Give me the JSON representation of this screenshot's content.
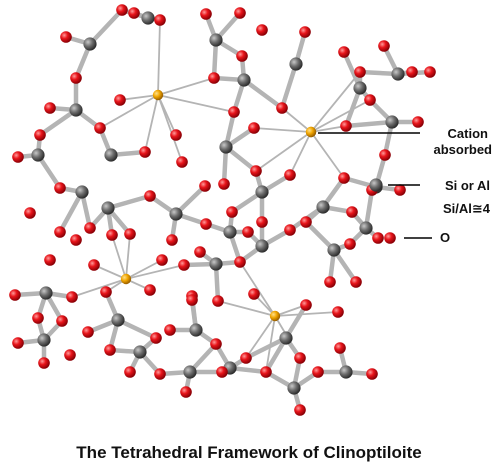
{
  "labels": {
    "cation_line1": "Cation",
    "cation_line2": "absorbed",
    "si_line1": "Si or Al",
    "si_line2": "Si/Al≅4",
    "oxygen": "O"
  },
  "title": "The Tetrahedral Framework of Clinoptiloite",
  "colors": {
    "oxygen": "#e8141a",
    "silicon": "#6f6f6f",
    "cation": "#f0a500",
    "bond": "#b4b4b4",
    "leader": "#000000",
    "background": "#ffffff"
  }
}
